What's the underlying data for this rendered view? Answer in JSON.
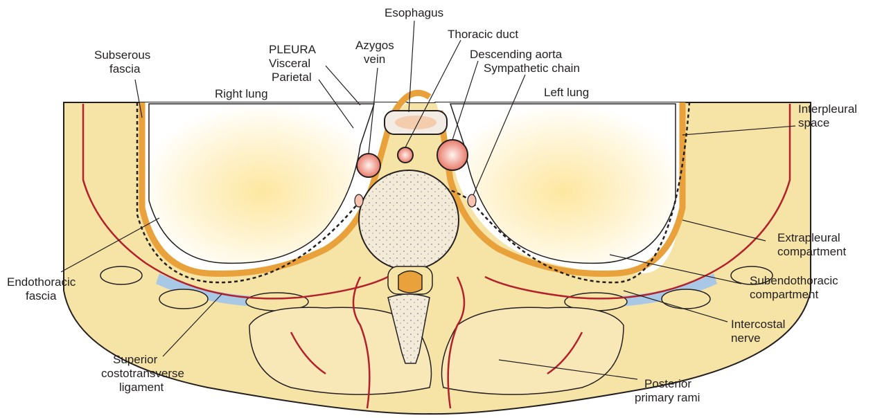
{
  "figure": {
    "labels": {
      "esophagus": "Esophagus",
      "azygos_1": "Azygos",
      "azygos_2": "vein",
      "thoracic_duct": "Thoracic duct",
      "pleura": "PLEURA",
      "visceral": "Visceral",
      "parietal": "Parietal",
      "descending_aorta": "Descending aorta",
      "sympathetic_chain": "Sympathetic chain",
      "subserous_1": "Subserous",
      "subserous_2": "fascia",
      "right_lung": "Right lung",
      "left_lung": "Left lung",
      "interpleural_1": "Interpleural",
      "interpleural_2": "space",
      "extrapleural_1": "Extrapleural",
      "extrapleural_2": "compartment",
      "endothoracic_1": "Endothoracic",
      "endothoracic_2": "fascia",
      "subendothoracic_1": "Subendothoracic",
      "subendothoracic_2": "compartment",
      "intercostal_1": "Intercostal",
      "intercostal_2": "nerve",
      "superior_1": "Superior",
      "superior_2": "costotransverse",
      "superior_3": "ligament",
      "posterior_1": "Posterior",
      "posterior_2": "primary rami"
    },
    "colors": {
      "body_wall": "#f6e3a6",
      "muscle": "#f8e8b8",
      "pleura_orange": "#e9a23b",
      "pleura_brown": "#8a4b1a",
      "vessel_red": "#b3202a",
      "blue_space": "#a9c8e6",
      "lung_center": "#fde7a0",
      "outline": "#231f20"
    },
    "icons": [
      "vertebra-body",
      "spinal-cord",
      "lung-right",
      "lung-left",
      "aorta",
      "azygos-vein",
      "thoracic-duct",
      "esophagus"
    ]
  }
}
